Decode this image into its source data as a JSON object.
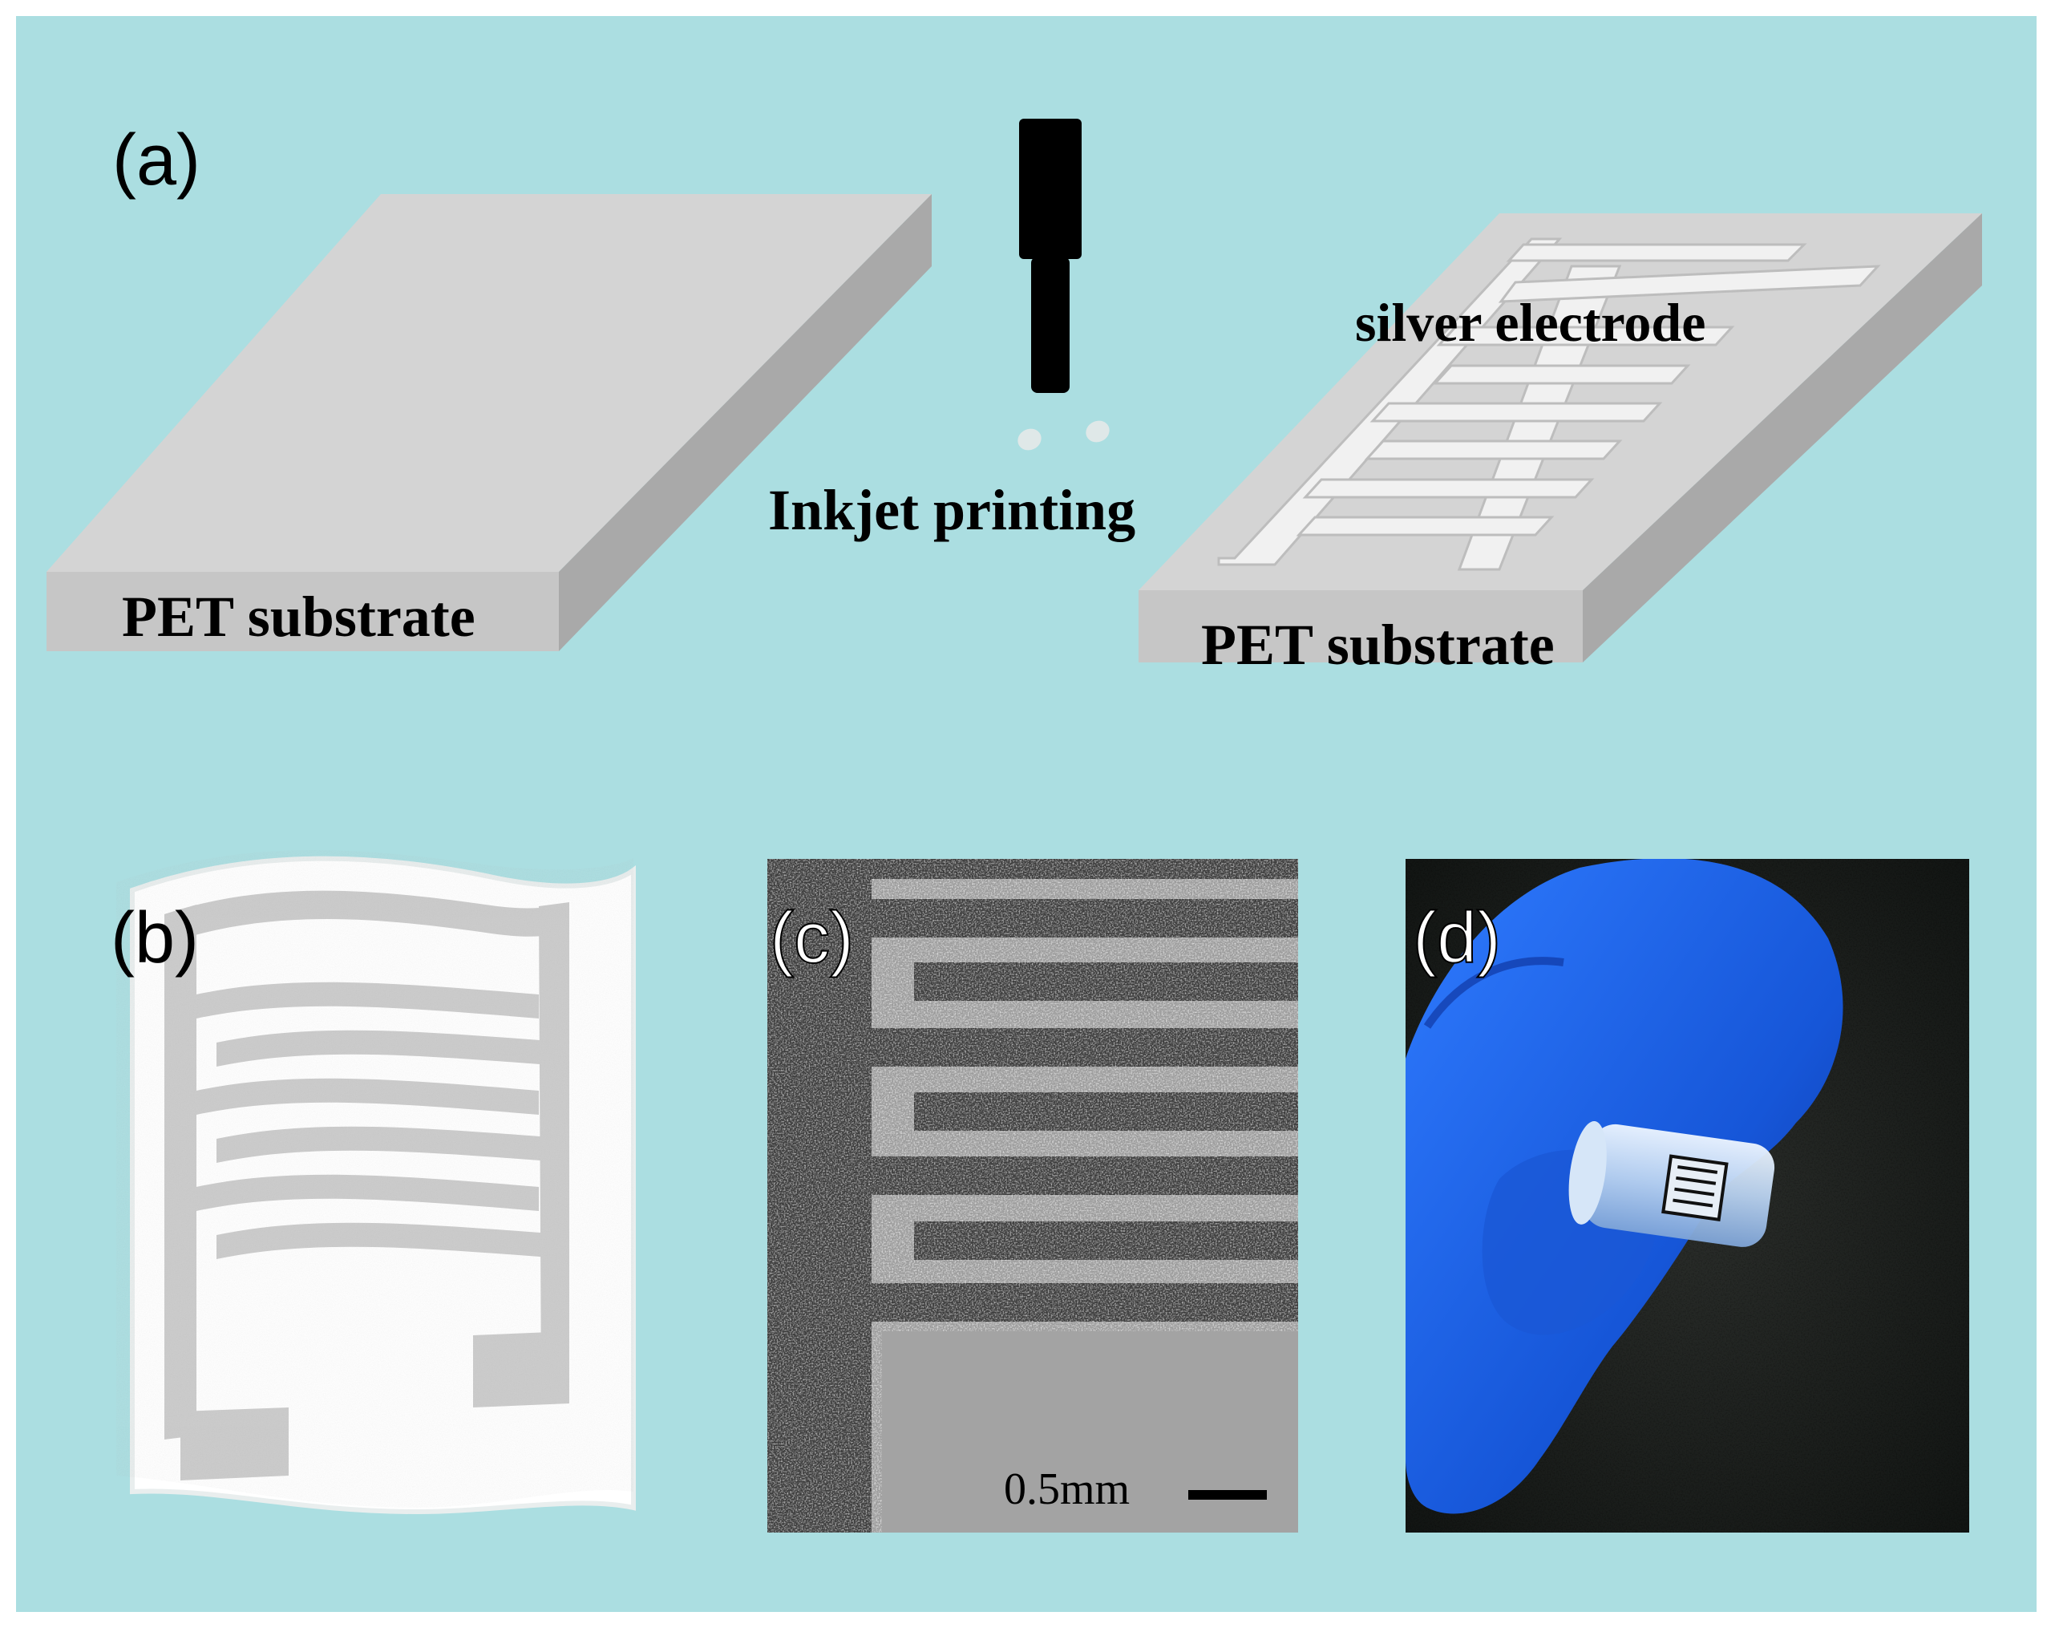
{
  "panel_a": {
    "label": "(a)",
    "left_substrate_label": "PET substrate",
    "process_label": "Inkjet printing",
    "electrode_label": "silver electrode",
    "right_substrate_label": "PET substrate"
  },
  "panel_b": {
    "label": "(b)"
  },
  "panel_c": {
    "label": "(c)",
    "scale_label": "0.5mm"
  },
  "panel_d": {
    "label": "(d)"
  },
  "colors": {
    "background": "#abdee1",
    "substrate_top": "#d4d4d4",
    "substrate_front": "#c6c6c6",
    "substrate_side": "#a9a9a9",
    "electrode": "#f1f1f1",
    "glove": "#1a5fe6",
    "nozzle": "#000000"
  }
}
